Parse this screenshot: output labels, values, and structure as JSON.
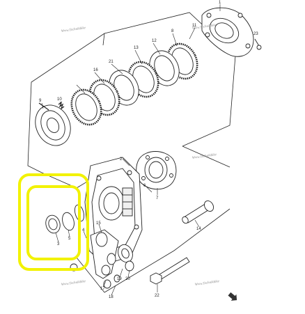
{
  "callouts": {
    "c1": "1",
    "c2": "2",
    "c3": "3",
    "c4": "4",
    "c5": "5",
    "c6": "6",
    "c7": "7",
    "c8": "8",
    "c9": "9",
    "c10": "10",
    "c11": "11",
    "c12": "12",
    "c13": "13",
    "c14": "14",
    "c15": "15",
    "c16": "16",
    "c17": "17",
    "c18": "18",
    "c19": "19",
    "c20": "20",
    "c21": "21",
    "c22": "22",
    "c23": "23"
  },
  "watermark": "Www.Technikbike",
  "highlight": {
    "color": "#f2f200"
  },
  "icons": {
    "corner": "arrow-icon"
  }
}
